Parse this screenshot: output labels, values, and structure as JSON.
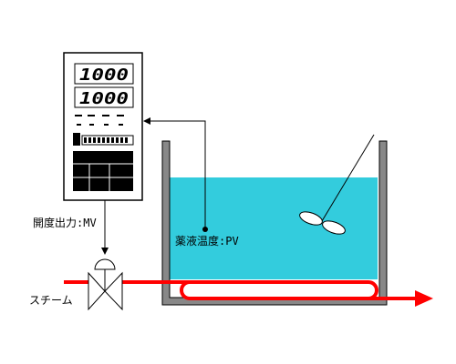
{
  "controller": {
    "display_top": "1000",
    "display_bottom": "1000"
  },
  "labels": {
    "output_mv": "開度出力:MV",
    "temperature_pv": "薬液温度:PV",
    "steam": "スチーム"
  },
  "colors": {
    "liquid": "#33ccdd",
    "steam_pipe": "#ff0000",
    "tank": "#888888",
    "frame": "#000000"
  }
}
